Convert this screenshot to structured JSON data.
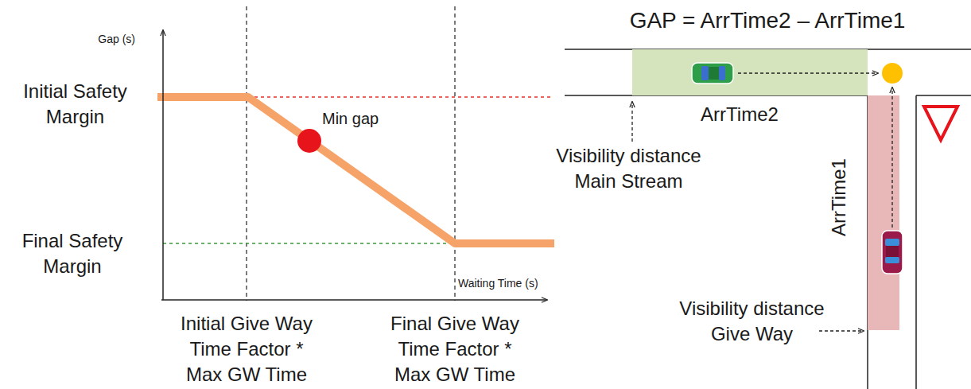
{
  "diagram": {
    "nodes": [
      {
        "text": [
          "ArrTime2"
        ]
      },
      {
        "text": [
          "ArrTime1"
        ]
      }
    ],
    "labels": [
      "Gap (s)",
      "Initial Safety Margin",
      "Final Safety Margin",
      "Min gap",
      "Waiting Time (s)",
      "Initial Give Way Time Factor * Max GW Time",
      "Final Give Way Time Factor * Max GW Time",
      "GAP = ArrTime2 – ArrTime1",
      "Visibility distance Main Stream",
      "Visibility distance Give Way"
    ]
  }
}
